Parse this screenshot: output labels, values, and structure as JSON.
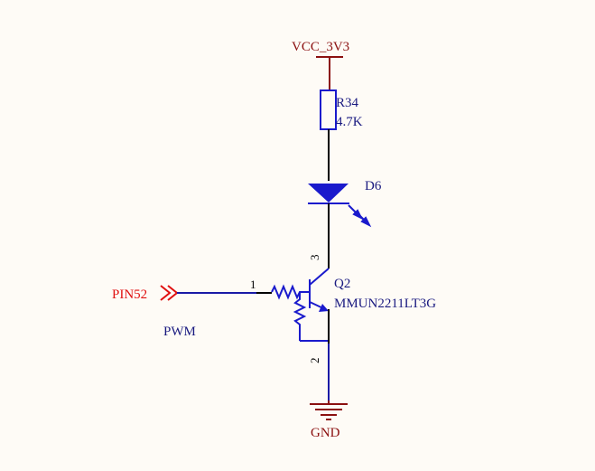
{
  "colors": {
    "background": "#fefbf6",
    "wire": "#1a1aa6",
    "component": "#1a1acc",
    "power": "#8b1010",
    "port": "#e01010",
    "black": "#000000"
  },
  "power": {
    "vcc_label": "VCC_3V3",
    "gnd_label": "GND"
  },
  "resistor": {
    "ref": "R34",
    "value": "4.7K"
  },
  "led": {
    "ref": "D6"
  },
  "transistor": {
    "ref": "Q2",
    "part": "MMUN2211LT3G",
    "pin_base": "1",
    "pin_ground": "2",
    "pin_collector": "3"
  },
  "port": {
    "name": "PIN52"
  },
  "net": {
    "label": "PWM"
  }
}
